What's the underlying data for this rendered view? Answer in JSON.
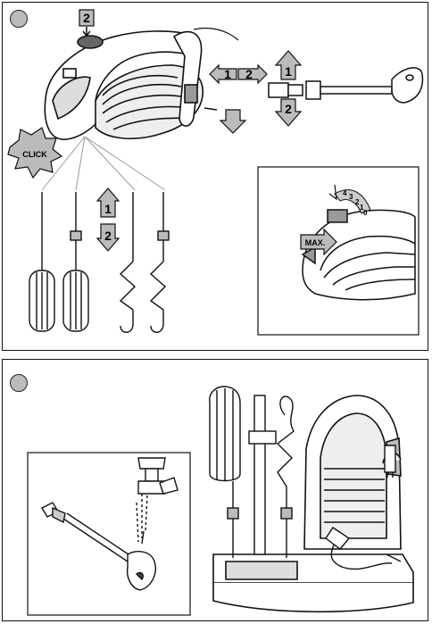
{
  "figure1": {
    "step_top": "2",
    "arrow_left": "1",
    "arrow_right": "2",
    "attach_up": "1",
    "attach_down": "2",
    "click_burst": "CLICK",
    "tool_up": "1",
    "tool_down": "2",
    "speed_marks": [
      "4",
      "3",
      "2",
      "1",
      "0"
    ],
    "max_label": "MAX."
  },
  "figure2": {}
}
